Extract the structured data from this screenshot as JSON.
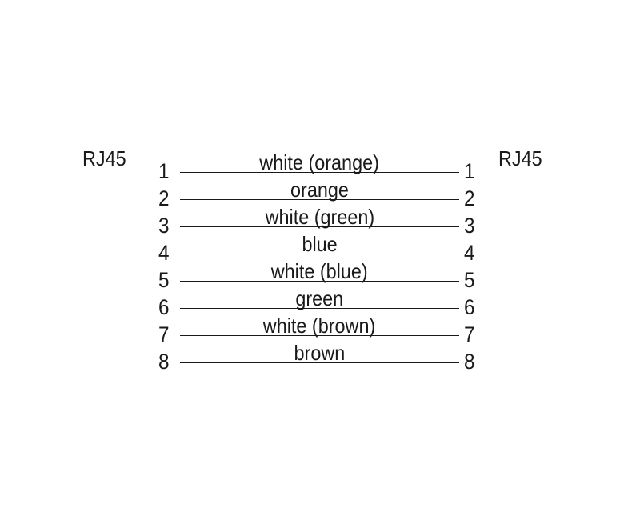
{
  "connectors": {
    "left": "RJ45",
    "right": "RJ45"
  },
  "wires": [
    {
      "pin_left": "1",
      "color": "white (orange)",
      "pin_right": "1"
    },
    {
      "pin_left": "2",
      "color": "orange",
      "pin_right": "2"
    },
    {
      "pin_left": "3",
      "color": "white (green)",
      "pin_right": "3"
    },
    {
      "pin_left": "4",
      "color": "blue",
      "pin_right": "4"
    },
    {
      "pin_left": "5",
      "color": "white (blue)",
      "pin_right": "5"
    },
    {
      "pin_left": "6",
      "color": "green",
      "pin_right": "6"
    },
    {
      "pin_left": "7",
      "color": "white (brown)",
      "pin_right": "7"
    },
    {
      "pin_left": "8",
      "color": "brown",
      "pin_right": "8"
    }
  ],
  "colors": {
    "ink": "#1a1a1a",
    "background": "#ffffff"
  }
}
